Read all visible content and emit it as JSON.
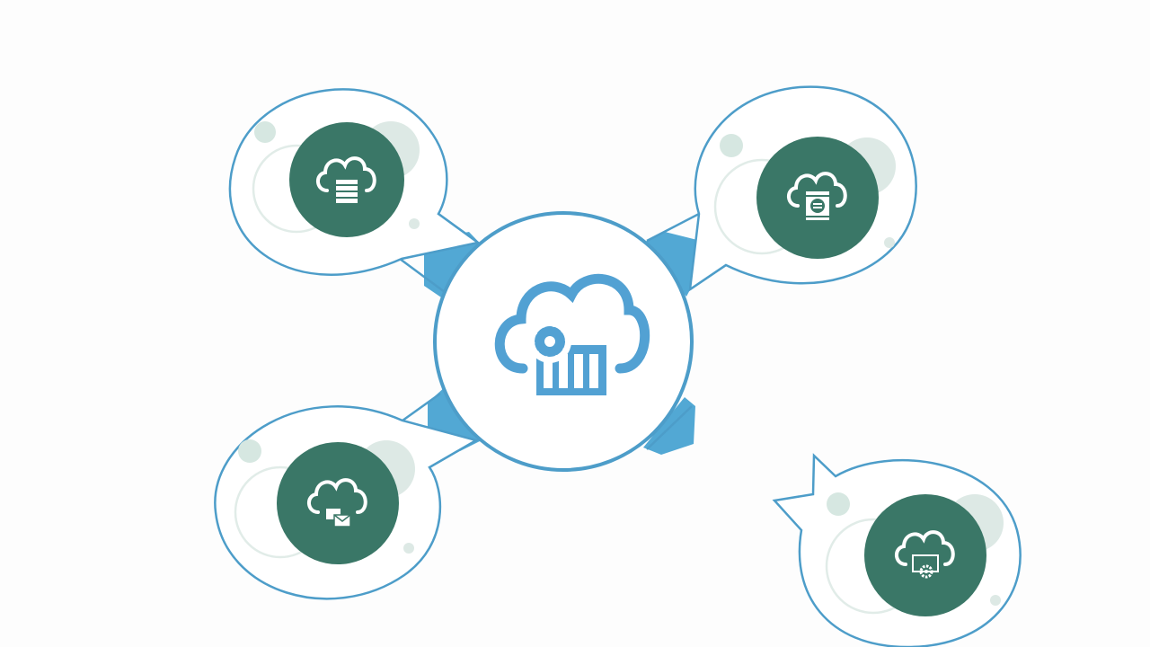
{
  "colors": {
    "outline": "#4d9dc9",
    "accent_blue": "#52a8d4",
    "node_green": "#3a7767",
    "decor_light": "#d6e7e1",
    "decor_ring": "#e1ece8",
    "icon_white": "#ffffff",
    "background": "#fdfdfd"
  },
  "hub": {
    "icon": "cloud-gear-bar-chart-icon"
  },
  "nodes": [
    {
      "id": "top-left",
      "icon": "cloud-database-icon"
    },
    {
      "id": "top-right",
      "icon": "cloud-sync-server-icon"
    },
    {
      "id": "bottom-left",
      "icon": "cloud-mail-icon"
    },
    {
      "id": "bottom-right",
      "icon": "cloud-monitor-settings-icon"
    }
  ]
}
